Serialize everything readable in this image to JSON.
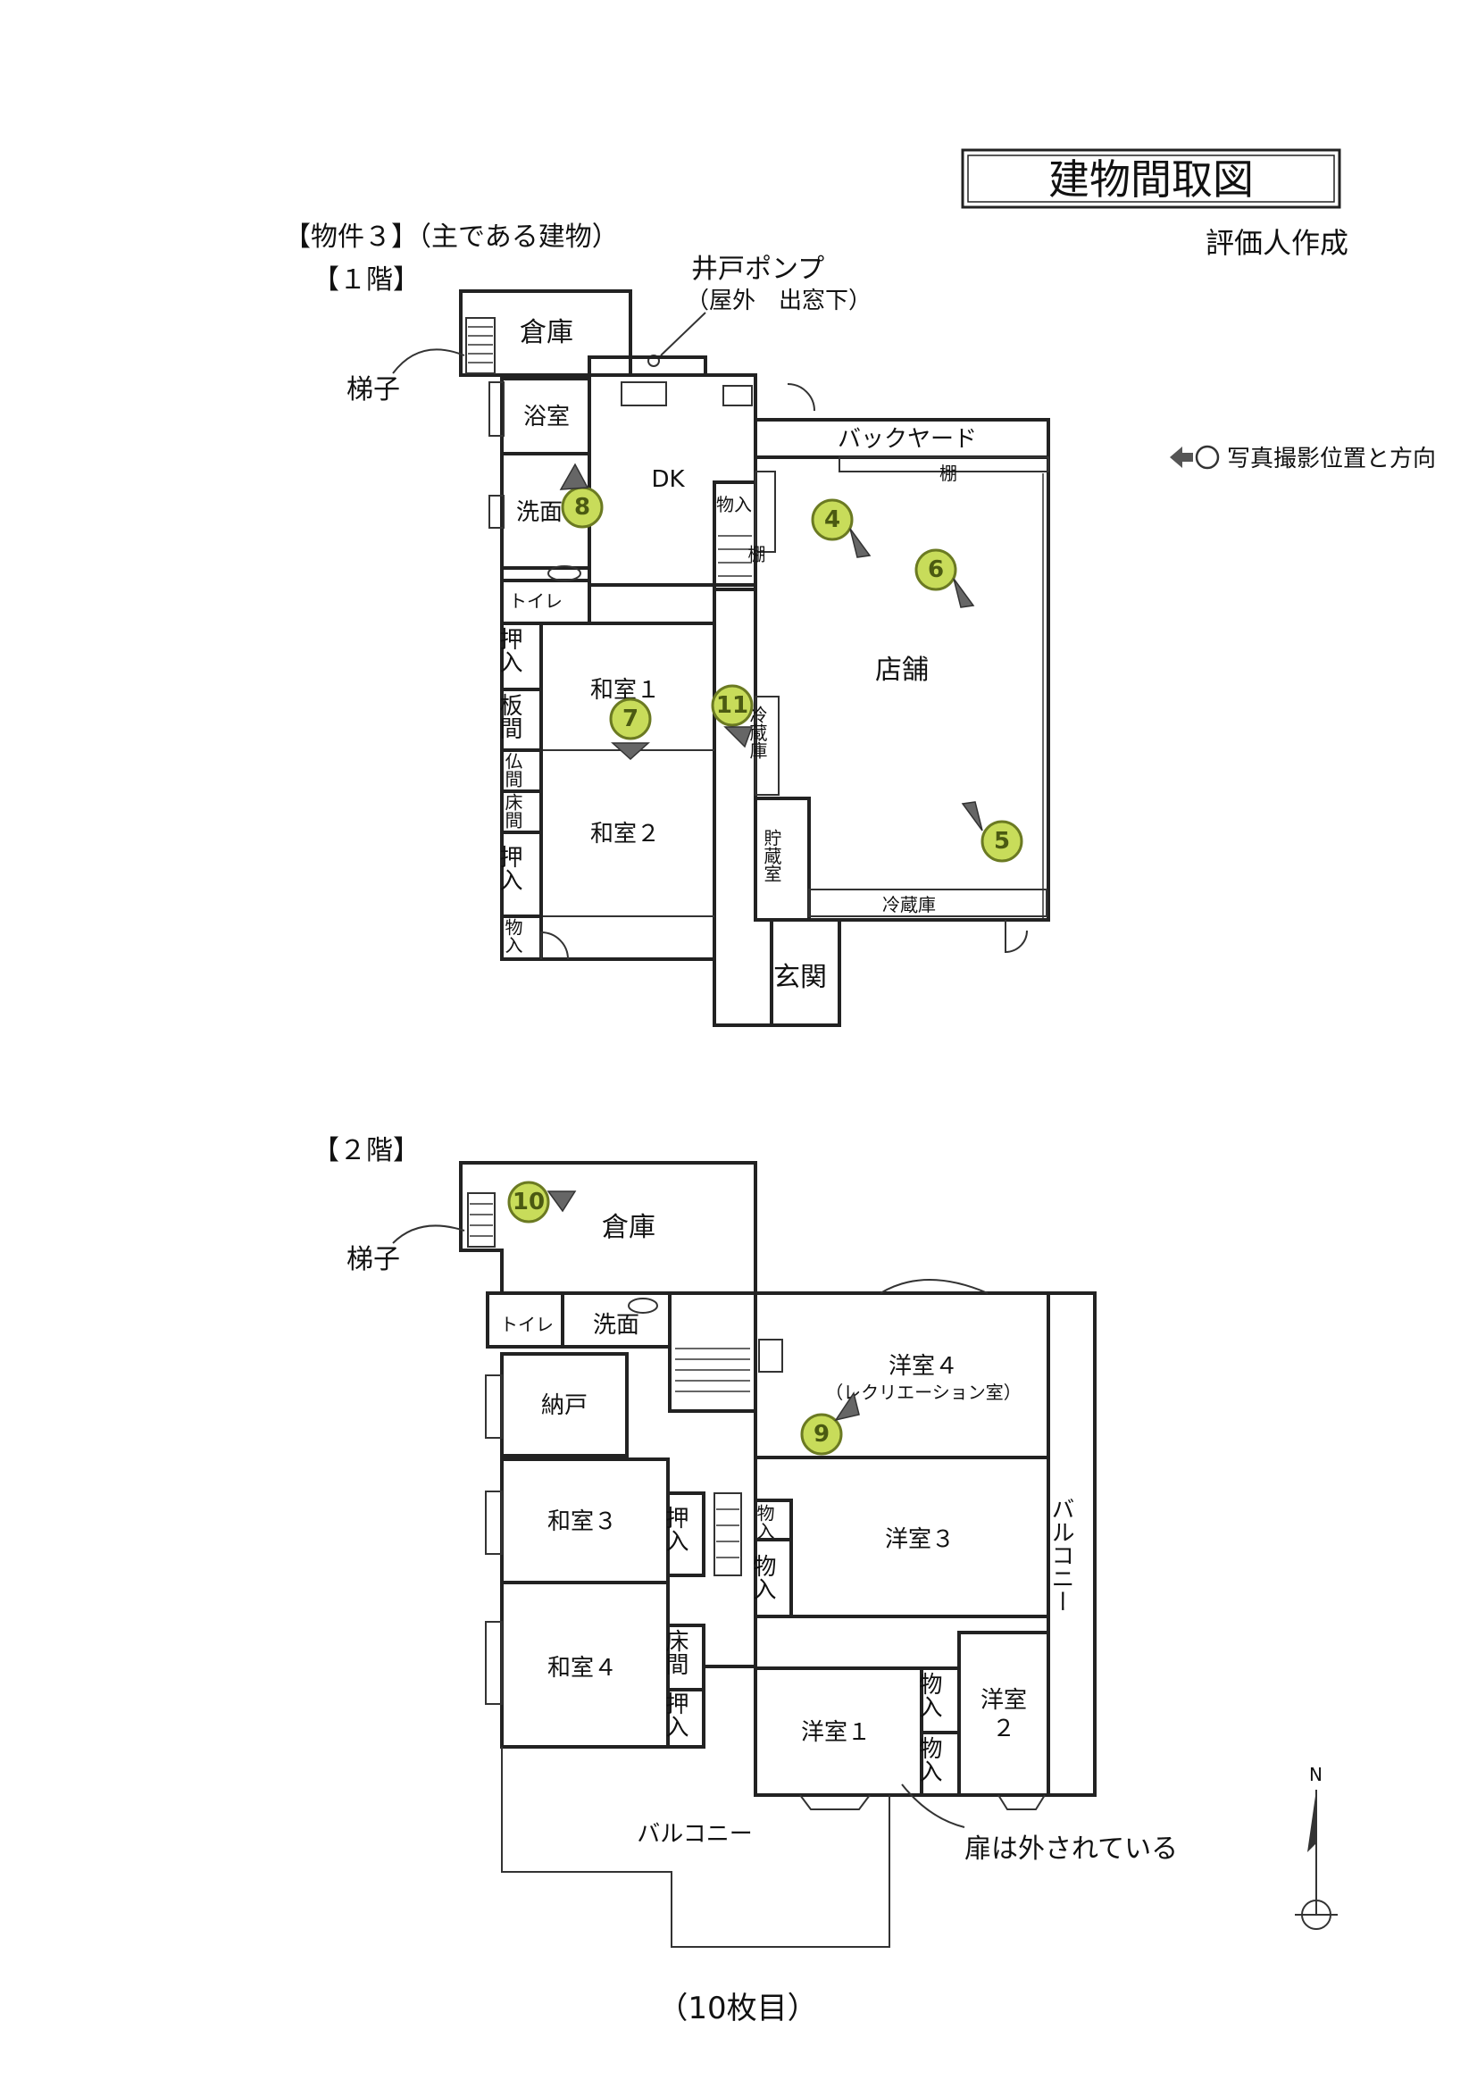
{
  "header": {
    "title": "建物間取図",
    "author": "評価人作成",
    "property_label": "【物件３】（主である建物）"
  },
  "legend": {
    "photo_marker": "写真撮影位置と方向"
  },
  "floor1": {
    "label": "【１階】",
    "well_pump": "井戸ポンプ",
    "well_pump_note": "（屋外　出窓下）",
    "ladder": "梯子",
    "rooms": {
      "storage": "倉庫",
      "bath": "浴室",
      "dk": "DK",
      "washroom": "洗面",
      "toilet": "トイレ",
      "backyard": "バックヤード",
      "shelf_top": "棚",
      "shelf_left": "棚",
      "closet_stairs": "物入",
      "shop": "店舗",
      "fridge_vertical": "冷蔵庫",
      "fridge_bottom": "冷蔵庫",
      "pantry": "貯蔵室",
      "entrance": "玄関",
      "washitsu1": "和室１",
      "washitsu2": "和室２",
      "oshiire_a": "押入",
      "itama": "板間",
      "butsuma": "仏間",
      "tokonoma": "床間",
      "oshiire_b": "押入",
      "closet_small": "物入"
    },
    "markers": [
      "4",
      "5",
      "6",
      "7",
      "8",
      "11"
    ]
  },
  "floor2": {
    "label": "【２階】",
    "ladder": "梯子",
    "door_note": "扉は外されている",
    "rooms": {
      "storage": "倉庫",
      "toilet": "トイレ",
      "washroom": "洗面",
      "nando": "納戸",
      "youshitsu4": "洋室４",
      "youshitsu4_sub": "（レクリエーション室）",
      "washitsu3": "和室３",
      "oshiire1": "押入",
      "closet_a": "物入",
      "closet_b": "物入",
      "youshitsu3": "洋室３",
      "balcony_right": "バルコニー",
      "washitsu4": "和室４",
      "tokonoma": "床間",
      "oshiire2": "押入",
      "youshitsu1": "洋室１",
      "closet_c": "物入",
      "closet_d": "物入",
      "youshitsu2": "洋室",
      "youshitsu2_num": "２",
      "balcony_bottom": "バルコニー"
    },
    "markers": [
      "9",
      "10"
    ]
  },
  "compass": {
    "north": "N"
  },
  "footer": {
    "page": "（10枚目）"
  }
}
